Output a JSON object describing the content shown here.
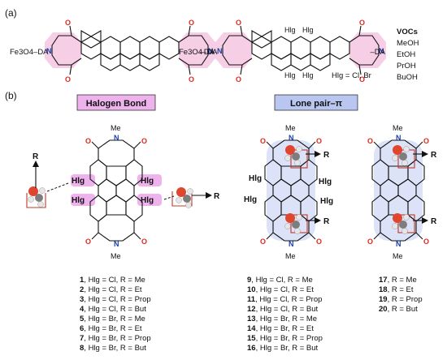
{
  "panel_a": {
    "label": "(a)",
    "left_substituent_left": "Fe3O4–DA",
    "left_substituent_right": "–DA",
    "right_substituent_left": "Fe3O4–DA",
    "right_substituent_right": "–DA",
    "hlg": "Hlg",
    "hlg_def": "Hlg = Cl, Br",
    "vocs_title": "VOCs",
    "vocs": [
      "MeOH",
      "EtOH",
      "PrOH",
      "BuOH"
    ]
  },
  "panel_b": {
    "label": "(b)",
    "halogen_bond_title": "Halogen Bond",
    "lone_pair_title": "Lone pair–π",
    "me": "Me",
    "r": "R",
    "hlg": "Hlg",
    "list1": [
      "1, Hlg = Cl, R = Me",
      "2, Hlg = Cl, R = Et",
      "3, Hlg = Cl, R = Prop",
      "4, Hlg = Cl, R = But",
      "5, Hlg = Br, R = Me",
      "6, Hlg = Br, R = Et",
      "7, Hlg = Br, R = Prop",
      "8, Hlg = Br, R = But"
    ],
    "list2": [
      "9, Hlg = Cl, R = Me",
      "10, Hlg = Cl, R = Et",
      "11, Hlg = Cl, R = Prop",
      "12, Hlg = Cl, R = But",
      "13, Hlg = Br, R = Me",
      "14, Hlg = Br, R = Et",
      "15, Hlg = Br, R = Prop",
      "16, Hlg = Br, R = But"
    ],
    "list3": [
      "17, R = Me",
      "18, R = Et",
      "19, R = Prop",
      "20, R = But"
    ]
  },
  "atoms": {
    "o": "O",
    "n": "N"
  },
  "colors": {
    "oxygen": "#e0281e",
    "nitrogen": "#1a3fb0",
    "halogen_highlight": "#eeb3ec",
    "lonepair_highlight": "#b9c6f0"
  }
}
